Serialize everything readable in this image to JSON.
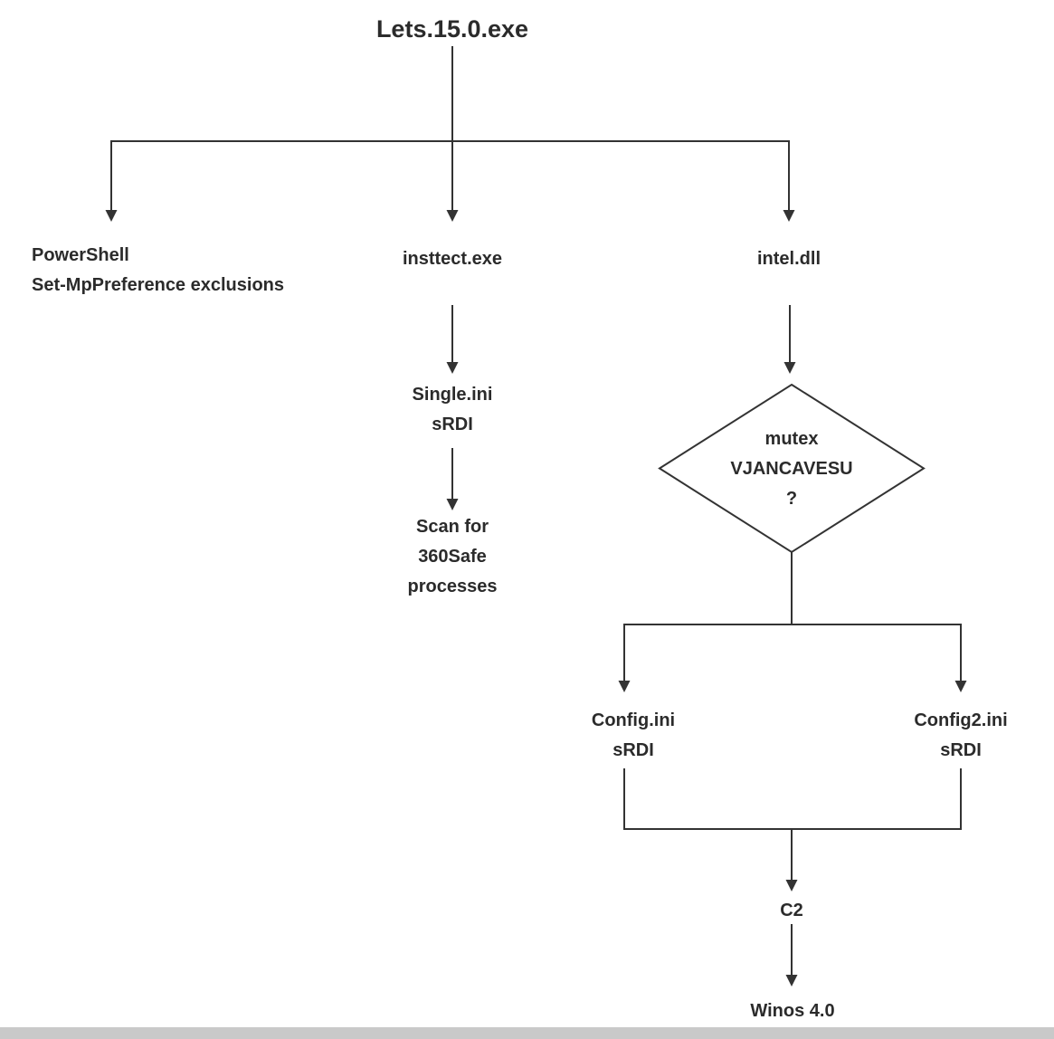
{
  "title": "Lets.15.0.exe",
  "nodes": {
    "powershell": {
      "line1": "PowerShell",
      "line2": "Set-MpPreference exclusions"
    },
    "insttect": {
      "label": "insttect.exe"
    },
    "intel": {
      "label": "intel.dll"
    },
    "single_ini": {
      "line1": "Single.ini",
      "line2": "sRDI"
    },
    "scan": {
      "line1": "Scan for",
      "line2": "360Safe",
      "line3": "processes"
    },
    "mutex_check": {
      "line1": "mutex",
      "line2": "VJANCAVESU",
      "line3": "?"
    },
    "config_ini": {
      "line1": "Config.ini",
      "line2": "sRDI"
    },
    "config2_ini": {
      "line1": "Config2.ini",
      "line2": "sRDI"
    },
    "c2": {
      "label": "C2"
    },
    "winos": {
      "label": "Winos 4.0"
    }
  },
  "colors": {
    "line": "#333333",
    "text": "#2b2b2b",
    "background": "#ffffff",
    "bottom_bar": "#c9c9c9"
  }
}
